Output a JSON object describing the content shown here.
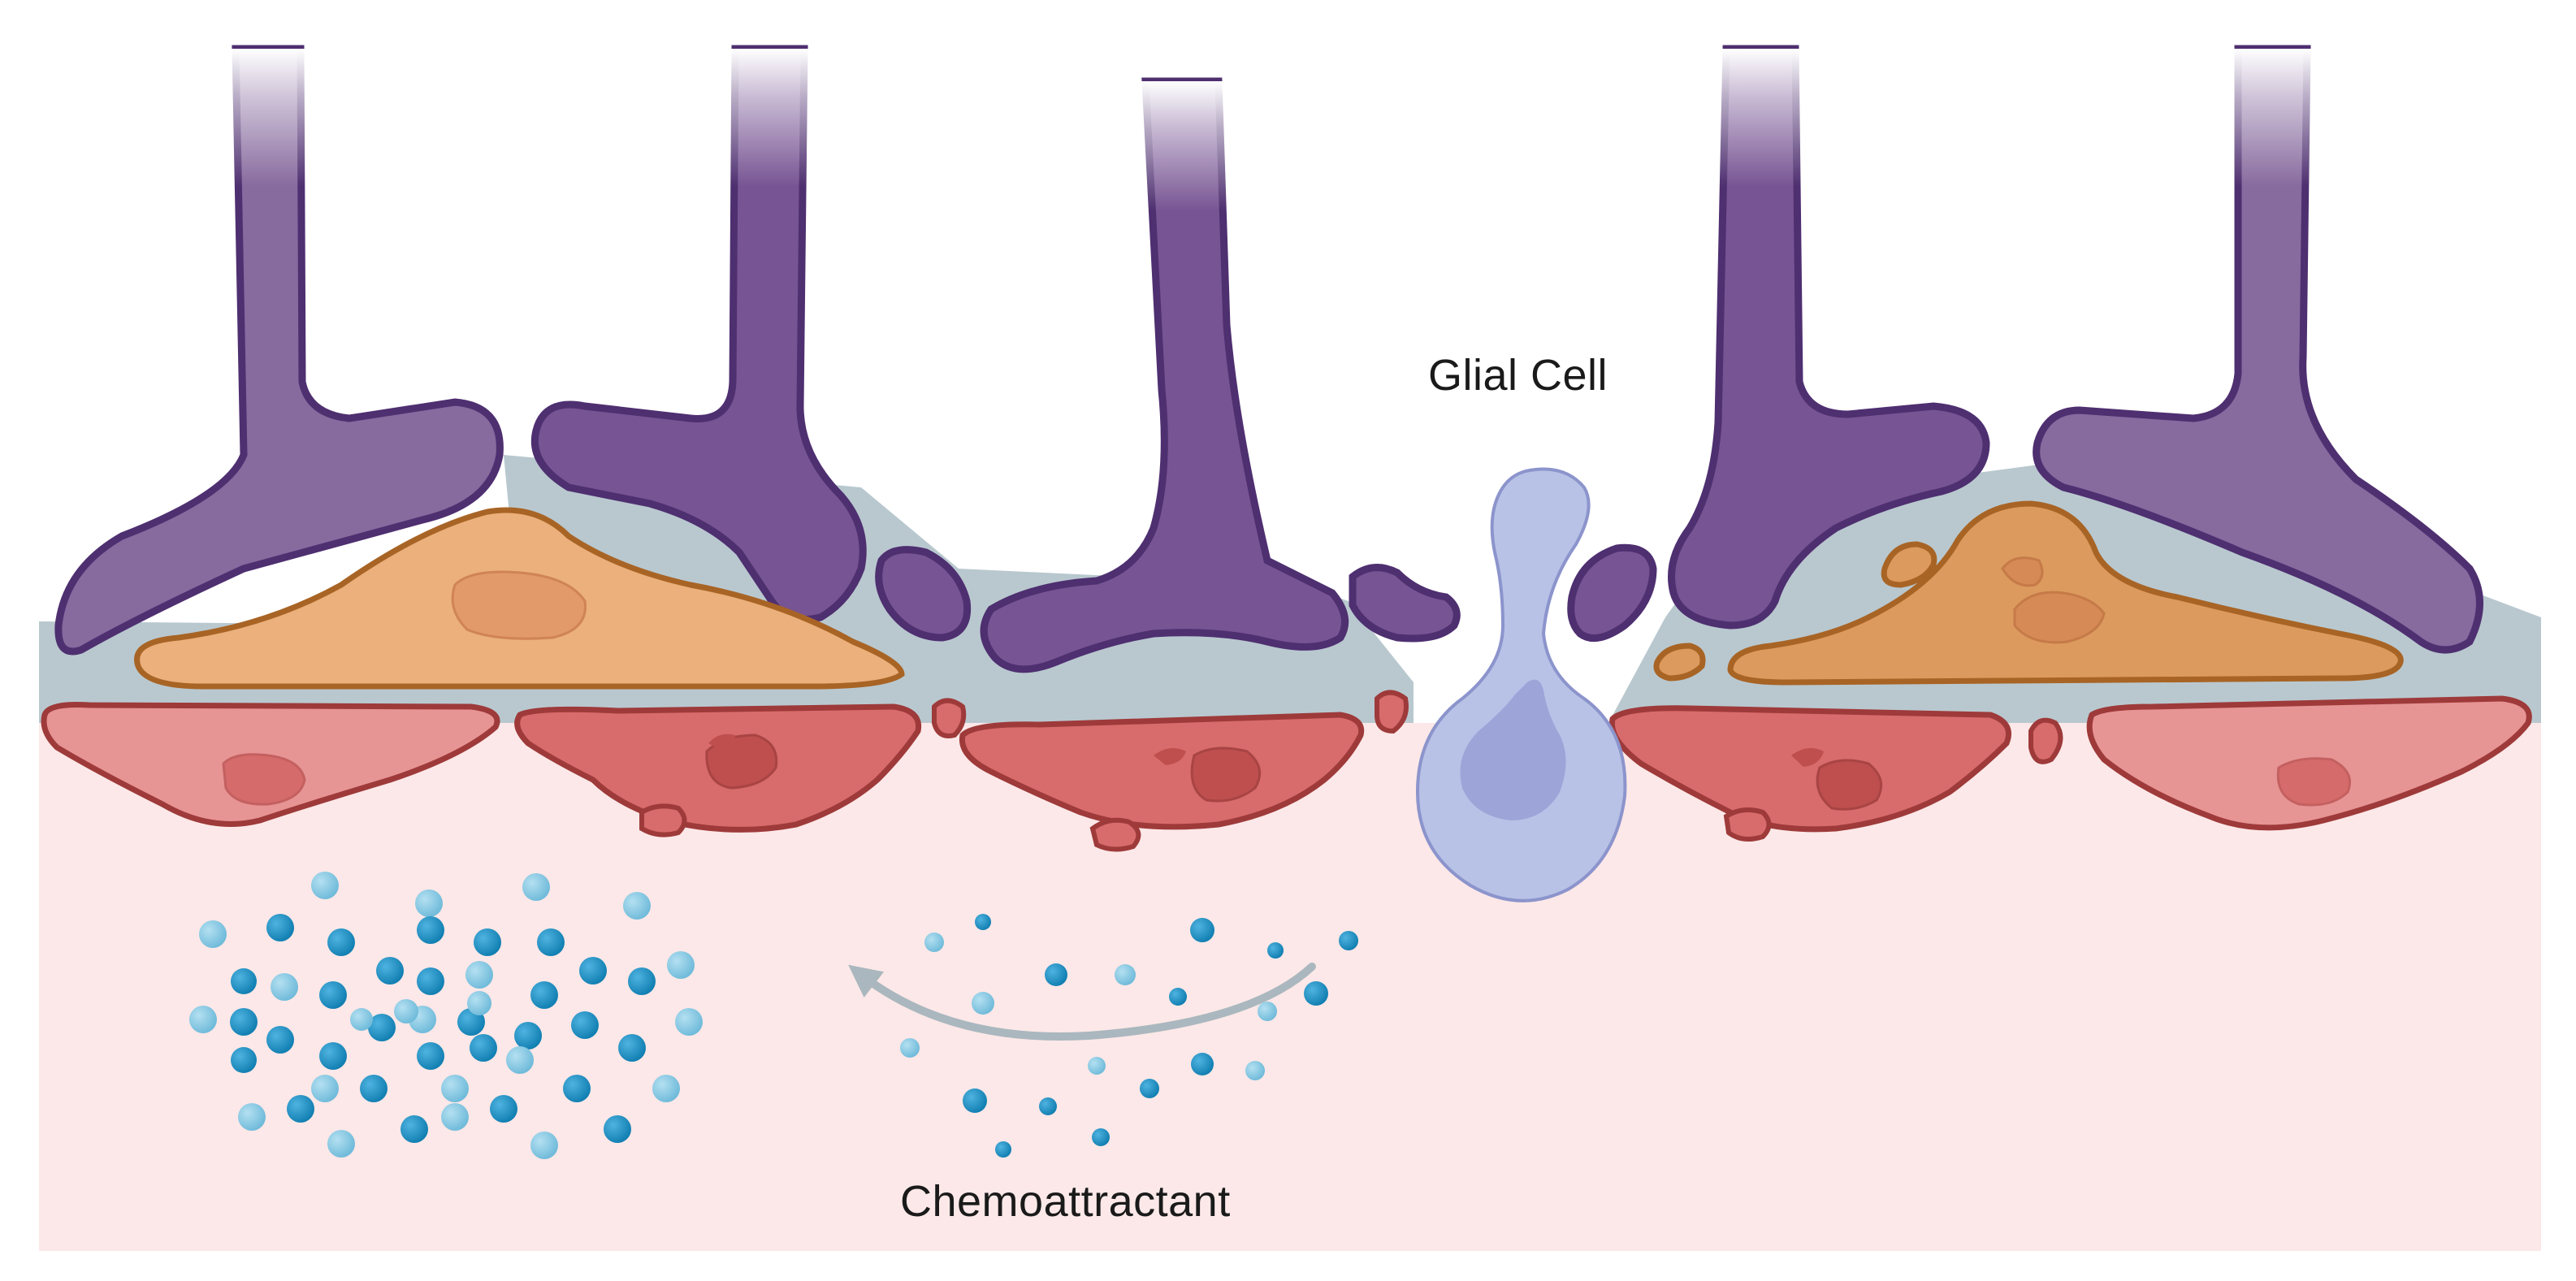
{
  "labels": {
    "glial_cell": "Glial Cell",
    "chemoattractant": "Chemoattractant"
  },
  "colors": {
    "tissue_background": "#fce8e8",
    "basal_lamina": "#b9c8cf",
    "neuron_fill": "#7b5a98",
    "neuron_fill_dark": "#6d4b8c",
    "neuron_outline": "#4e2f70",
    "support_cell_fill": "#ebb07c",
    "support_cell_fill_dark": "#dc9a5e",
    "support_cell_outline": "#a86425",
    "red_cell_fill": "#d86b6b",
    "red_cell_fill_light": "#e79494",
    "red_cell_outline": "#9e3a3a",
    "glial_cell_fill": "#b7c2e6",
    "glial_cell_nucleus": "#9ca4d8",
    "glial_cell_outline": "#8c94cc",
    "chemoattractant_dark": "#1a8fc3",
    "chemoattractant_light": "#7fc7e3",
    "arrow": "#aab7be"
  },
  "icons": {
    "arrow": "curved-arrow-left"
  }
}
